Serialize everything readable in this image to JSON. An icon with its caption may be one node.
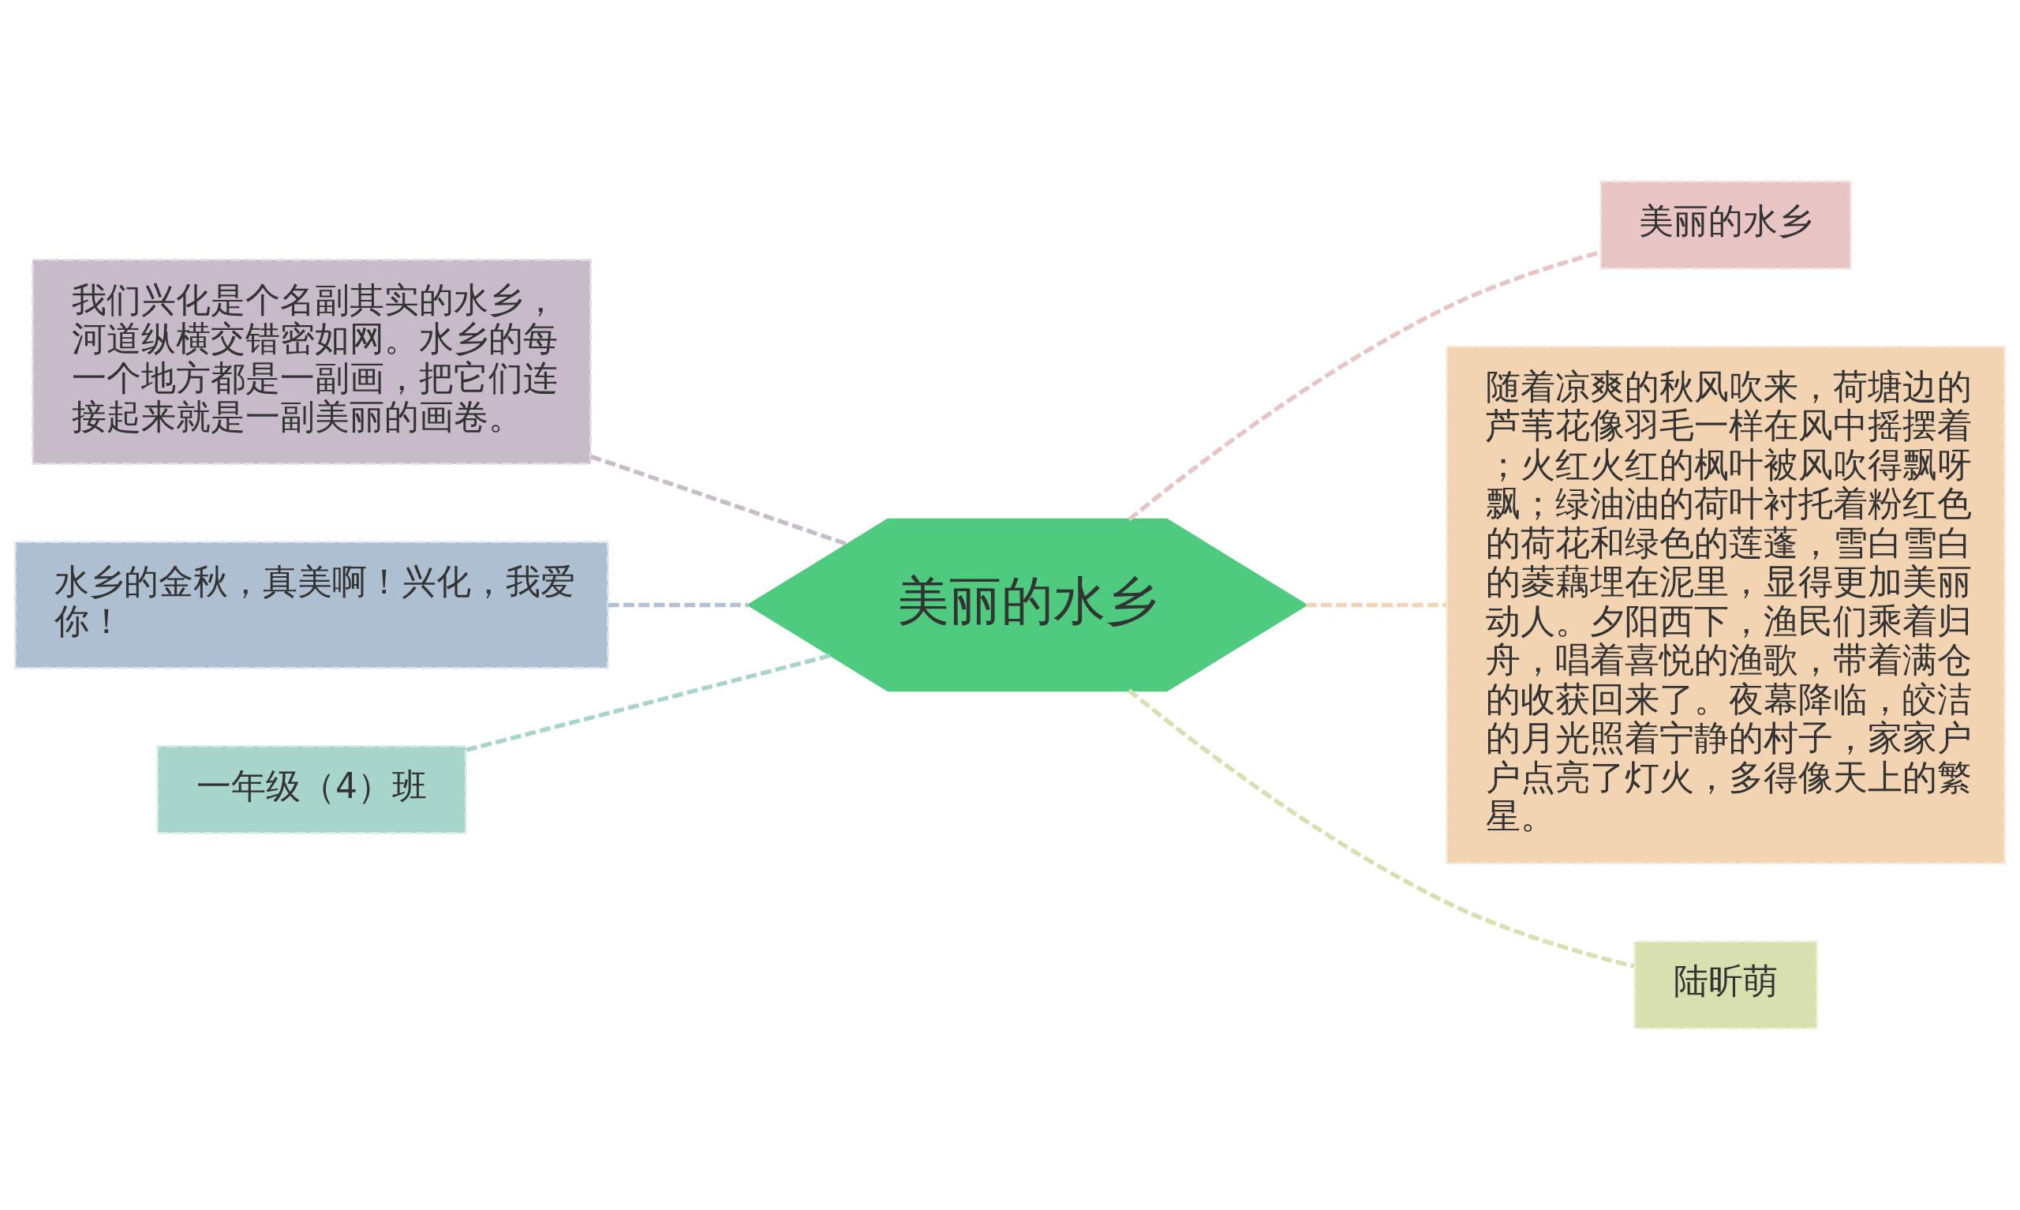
{
  "diagram": {
    "nodes": [
      {
        "text": [
          "美丽的水乡"
        ]
      },
      {
        "text": [
          "我们兴化是个名副其实的水乡，河道纵横交错密如网。水乡的每一个地方都是一副画，把它们连接起来就是一副美丽的画卷。"
        ]
      },
      {
        "text": [
          "水乡的金秋，真美啊！兴化，我爱你！"
        ]
      },
      {
        "text": [
          "一年级（4）班"
        ]
      },
      {
        "text": [
          "美丽的水乡"
        ]
      },
      {
        "text": [
          "随着凉爽的秋风吹来，荷塘边的芦苇花像羽毛一样在风中摇摆着；火红火红的枫叶被风吹得飘呀飘；绿油油的荷叶衬托着粉红色的荷花和绿色的莲蓬，雪白雪白的菱藕埋在泥里，显得更加美丽动人。夕阳西下，渔民们乘着归舟，唱着喜悦的渔歌，带着满仓的收获回来了。夜幕降临，皎洁的月光照着宁静的村子，家家户户点亮了灯火，多得像天上的繁星。"
        ]
      },
      {
        "text": [
          "陆昕萌"
        ]
      }
    ],
    "edges": [
      {
        "from": 1,
        "to": 0,
        "arrow": "none",
        "style": "dashed",
        "color": "#c9bcc9"
      },
      {
        "from": 2,
        "to": 0,
        "arrow": "none",
        "style": "dashed",
        "color": "#b3c2d3"
      },
      {
        "from": 3,
        "to": 0,
        "arrow": "none",
        "style": "dashed",
        "color": "#a8d5cb"
      },
      {
        "from": 0,
        "to": 4,
        "arrow": "none",
        "style": "dashed",
        "color": "#e8c4c4"
      },
      {
        "from": 0,
        "to": 5,
        "arrow": "none",
        "style": "dashed",
        "color": "#f0d4b4"
      },
      {
        "from": 0,
        "to": 6,
        "arrow": "none",
        "style": "dashed",
        "color": "#d8e0b0"
      }
    ]
  }
}
